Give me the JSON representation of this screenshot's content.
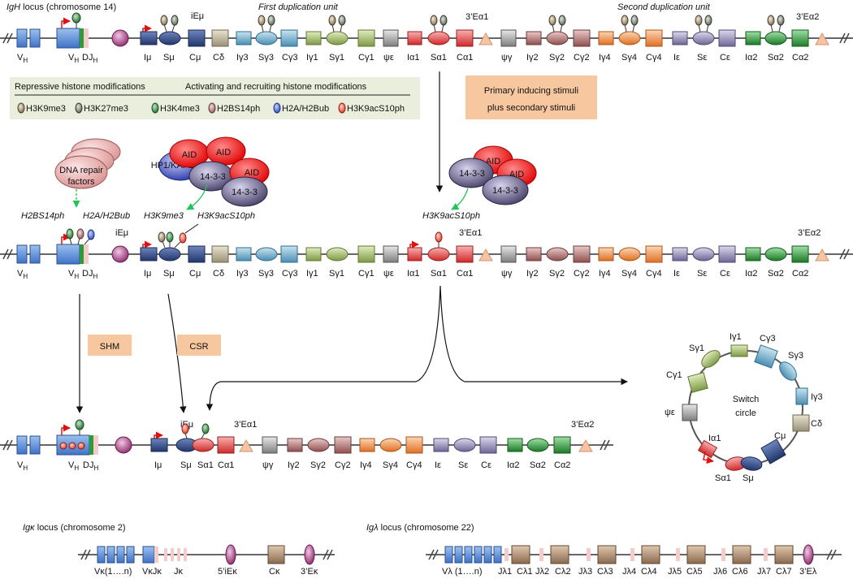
{
  "igh": {
    "title_italic": "IgH",
    "title_rest": " locus (chromosome 14)",
    "first_unit": "First duplication unit",
    "second_unit": "Second duplication unit",
    "iemu": "iEμ",
    "e3a1": "3’Eα1",
    "e3a2": "3’Eα2",
    "vh": "V",
    "h_sub": "H",
    "dj_d": "DJ",
    "seg1": [
      "Iμ",
      "Sμ",
      "Cμ",
      "Cδ",
      "Iγ3",
      "Sγ3",
      "Cγ3",
      "Iγ1",
      "Sγ1",
      "Cγ1",
      "ψε",
      "Iα1",
      "Sα1",
      "Cα1"
    ],
    "seg2": [
      "ψγ",
      "Iγ2",
      "Sγ2",
      "Cγ2",
      "Iγ4",
      "Sγ4",
      "Cγ4",
      "Iε",
      "Sε",
      "Cε",
      "Iα2",
      "Sα2",
      "Cα2"
    ]
  },
  "legend": {
    "repressive": "Repressive histone modifications",
    "activating": "Activating and recruiting histone modifications",
    "marks": [
      "H3K9me3",
      "H3K27me3",
      "H3K4me3",
      "H2BS14ph",
      "H2A/H2Bub",
      "H3K9acS10ph"
    ]
  },
  "stimuli": {
    "line1": "Primary inducing stimuli",
    "line2": "plus secondary stimuli"
  },
  "factors": {
    "dna_repair": "DNA repair",
    "factors": "factors",
    "aid": "AID",
    "p1433": "14-3-3",
    "hp1": "HP1/KAP1"
  },
  "recruit": {
    "h2bs14ph": "H2BS14ph",
    "h2a": "H2A/H2Bub",
    "h3k9me3": "H3K9me3",
    "h3k9ac_left": "H3K9acS10ph",
    "h3k9ac_right": "H3K9acS10ph"
  },
  "process": {
    "shm": "SHM",
    "csr": "CSR"
  },
  "switch_circle": {
    "title1": "Switch",
    "title2": "circle",
    "labels": [
      "Iγ1",
      "Cγ3",
      "Sγ1",
      "Sγ3",
      "Cγ1",
      "Iγ3",
      "ψε",
      "Cδ",
      "Cμ",
      "Iα1",
      "Sα1",
      "Sμ"
    ]
  },
  "recombined": {
    "seg": [
      "Iμ",
      "Sμ",
      "Sα1",
      "Cα1",
      "ψγ",
      "Iγ2",
      "Sγ2",
      "Cγ2",
      "Iγ4",
      "Sγ4",
      "Cγ4",
      "Iε",
      "Sε",
      "Cε",
      "Iα2",
      "Sα2",
      "Cα2"
    ]
  },
  "kappa": {
    "title_italic": "Igκ",
    "title_rest": " locus (chromosome 2)",
    "labels": [
      "Vκ(1….n)",
      "VκJκ",
      "Jκ",
      "5’iEκ",
      "Cκ",
      "3’Eκ"
    ]
  },
  "lambda": {
    "title_italic": "Igλ",
    "title_rest": " locus (chromosome 22)",
    "labels": [
      "Vλ (1….n)",
      "Jλ1",
      "Cλ1",
      "Jλ2",
      "Cλ2",
      "Jλ3",
      "Cλ3",
      "Jλ4",
      "Cλ4",
      "Jλ5",
      "Cλ5",
      "Jλ6",
      "Cλ6",
      "Jλ7",
      "Cλ7",
      "3’Eλ"
    ]
  },
  "colors": {
    "mu": "#3c5a9a",
    "delta": "#c9c2a8",
    "g3": "#6fa7c4",
    "g1": "#a9c070",
    "eps": "#9c92b8",
    "a1": "#e04848",
    "psi": "#a8a8a8",
    "g2": "#b07878",
    "g4": "#f0904a",
    "a2": "#2f9a3a",
    "vh": "#4f86d4",
    "legendbg": "#e9efdc",
    "stimbg": "#f7c7a0",
    "procbg": "#f7c7a0"
  }
}
